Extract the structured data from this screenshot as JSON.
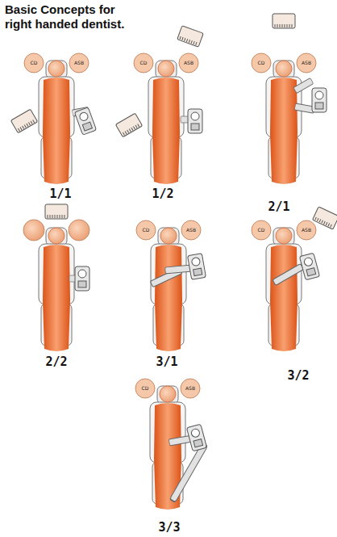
{
  "diagram": {
    "title": "Basic Concepts for right handed dentist.",
    "nodes": [
      {
        "text": [
          "CD"
        ]
      },
      {
        "text": [
          "ASB"
        ]
      },
      {
        "text": [
          "CD"
        ]
      },
      {
        "text": [
          "ASB"
        ]
      },
      {
        "text": [
          "CD"
        ]
      },
      {
        "text": [
          "ASB"
        ]
      },
      {
        "text": [
          "CD"
        ]
      },
      {
        "text": [
          "ASB"
        ]
      },
      {
        "text": [
          "CD"
        ]
      },
      {
        "text": [
          "ASB"
        ]
      },
      {
        "text": [
          "CD"
        ]
      },
      {
        "text": [
          "ASB"
        ]
      }
    ],
    "labels": [
      "1/1",
      "1/2",
      "2/1",
      "2/2",
      "3/1",
      "3/2",
      "3/3"
    ]
  }
}
